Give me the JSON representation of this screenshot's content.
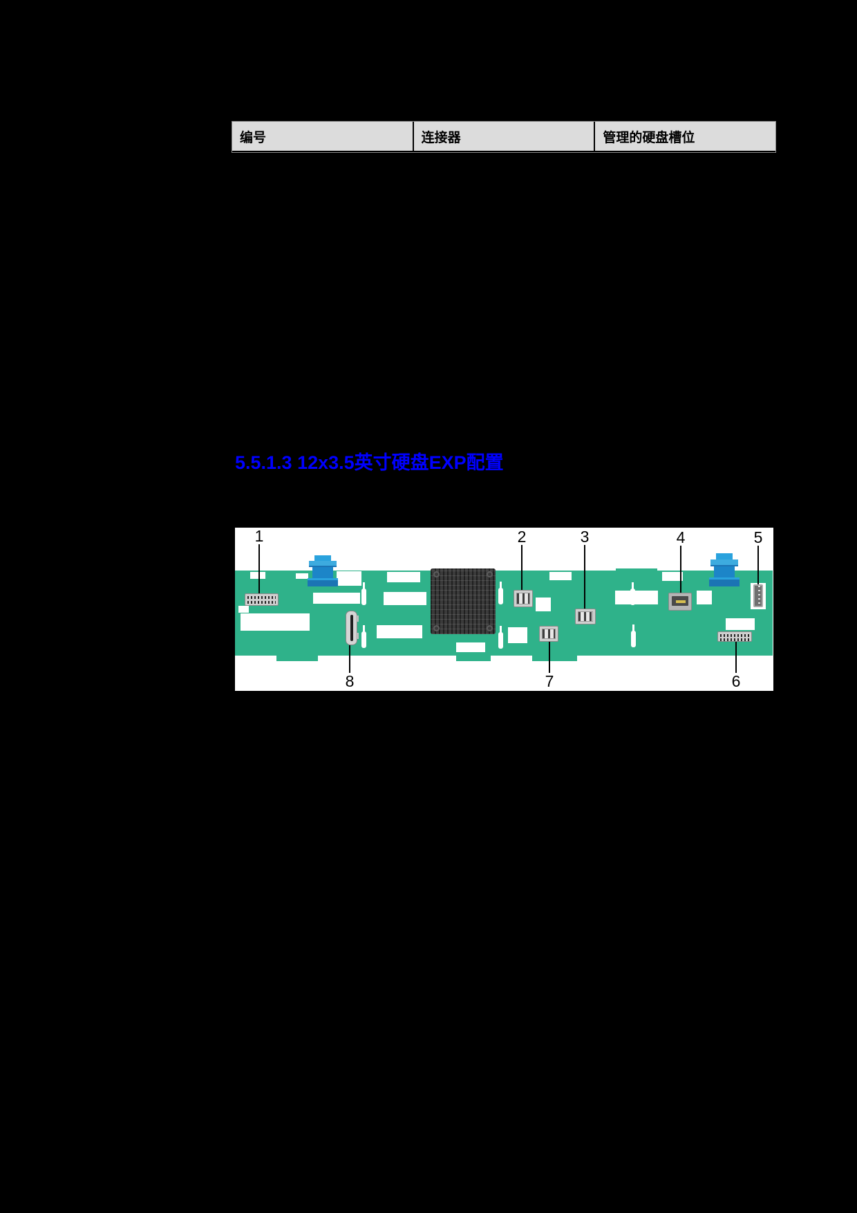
{
  "table": {
    "headers": [
      {
        "label": "编号"
      },
      {
        "label": "连接器"
      },
      {
        "label": "管理的硬盘槽位"
      }
    ],
    "header_bg": "#dcdcdc"
  },
  "heading": {
    "text": "5.5.1.3 12x3.5英寸硬盘EXP配置",
    "color": "#0000ff"
  },
  "figure": {
    "callouts": [
      {
        "label": "1"
      },
      {
        "label": "2"
      },
      {
        "label": "3"
      },
      {
        "label": "4"
      },
      {
        "label": "5"
      },
      {
        "label": "6"
      },
      {
        "label": "7"
      },
      {
        "label": "8"
      }
    ],
    "colors": {
      "panel_bg": "#ffffff",
      "board_green": "#2fb28a",
      "connector_blue": "#1c85c8",
      "chip_dark": "#3b3b3b"
    }
  }
}
